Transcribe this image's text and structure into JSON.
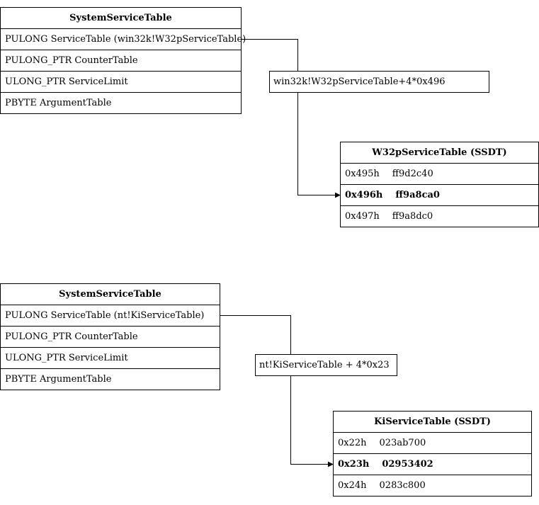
{
  "diagram1": {
    "struct": {
      "title": "SystemServiceTable",
      "fields": [
        "PULONG ServiceTable (win32k!W32pServiceTable)",
        "PULONG_PTR CounterTable",
        "ULONG_PTR ServiceLimit",
        "PBYTE ArgumentTable"
      ]
    },
    "calc_label": "win32k!W32pServiceTable+4*0x496",
    "ssdt": {
      "title": "W32pServiceTable (SSDT)",
      "entries": [
        {
          "index": "0x495h",
          "value": "ff9d2c40",
          "highlight": false
        },
        {
          "index": "0x496h",
          "value": "ff9a8ca0",
          "highlight": true
        },
        {
          "index": "0x497h",
          "value": "ff9a8dc0",
          "highlight": false
        }
      ]
    }
  },
  "diagram2": {
    "struct": {
      "title": "SystemServiceTable",
      "fields": [
        "PULONG ServiceTable (nt!KiServiceTable)",
        "PULONG_PTR CounterTable",
        "ULONG_PTR ServiceLimit",
        "PBYTE ArgumentTable"
      ]
    },
    "calc_label": "nt!KiServiceTable + 4*0x23",
    "ssdt": {
      "title": "KiServiceTable (SSDT)",
      "entries": [
        {
          "index": "0x22h",
          "value": "023ab700",
          "highlight": false
        },
        {
          "index": "0x23h",
          "value": "02953402",
          "highlight": true
        },
        {
          "index": "0x24h",
          "value": "0283c800",
          "highlight": false
        }
      ]
    }
  },
  "colors": {
    "line": "#000000",
    "background": "#ffffff"
  }
}
